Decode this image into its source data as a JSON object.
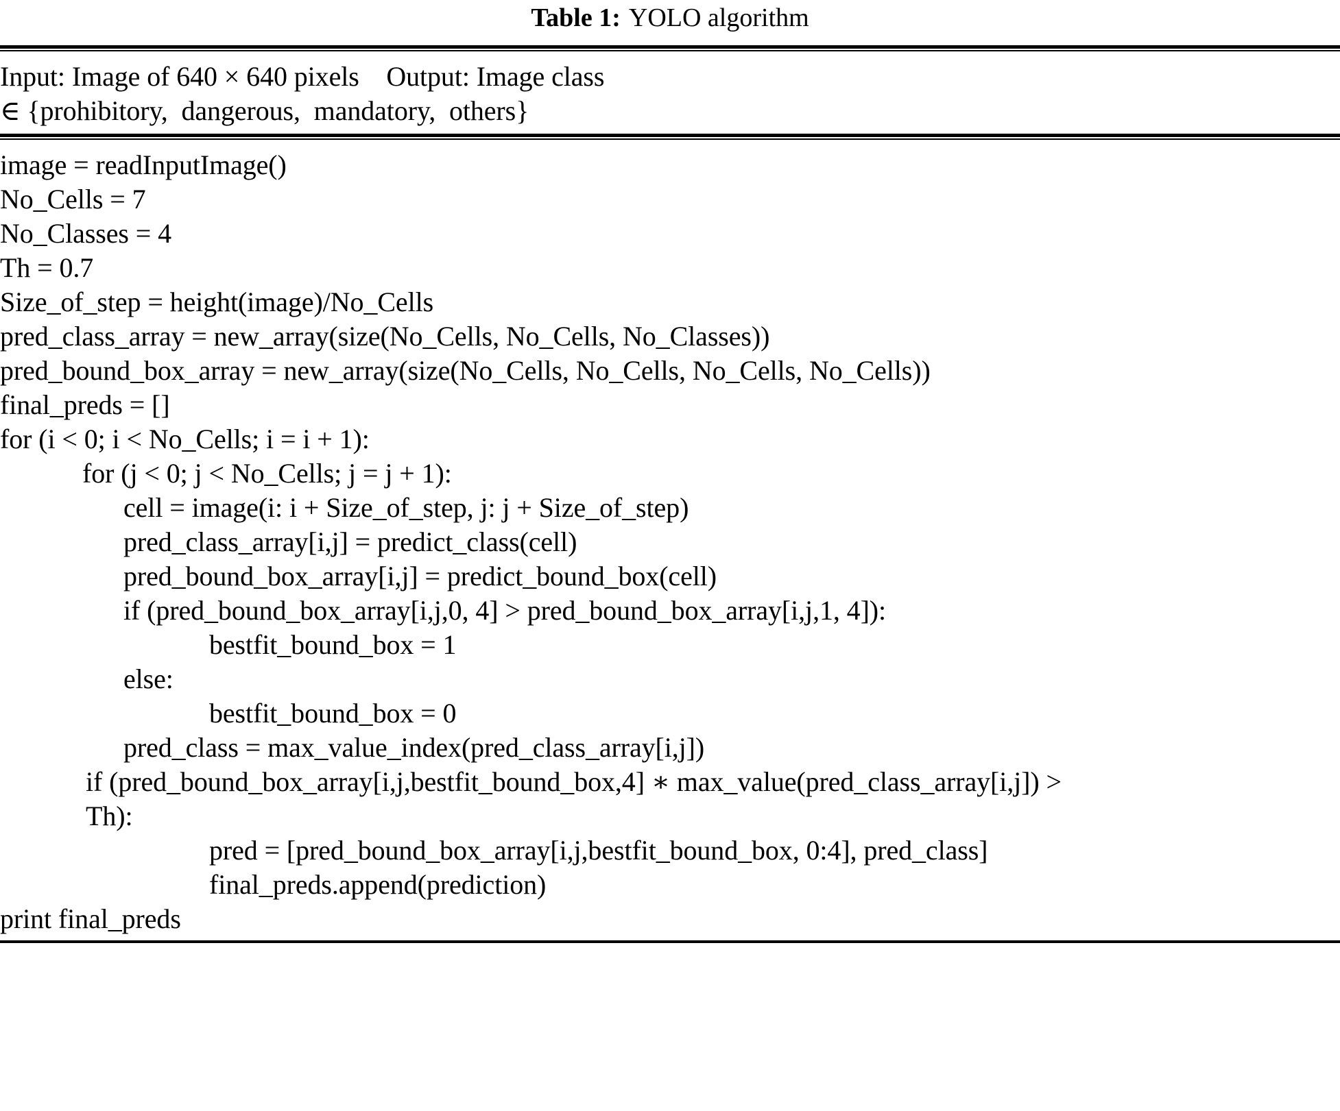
{
  "caption": {
    "label": "Table 1:",
    "text": "YOLO algorithm"
  },
  "header": {
    "lines": [
      "Input: Image of 640 × 640 pixels    Output: Image class",
      "∈ {prohibitory,  dangerous,  mandatory,  others}"
    ]
  },
  "algorithm": {
    "lines": [
      {
        "indent": 0,
        "text": "image = readInputImage()"
      },
      {
        "indent": 0,
        "text": "No_Cells = 7"
      },
      {
        "indent": 0,
        "text": "No_Classes = 4"
      },
      {
        "indent": 0,
        "text": "Th = 0.7"
      },
      {
        "indent": 0,
        "text": "Size_of_step = height(image)/No_Cells"
      },
      {
        "indent": 0,
        "text": "pred_class_array = new_array(size(No_Cells, No_Cells, No_Classes))"
      },
      {
        "indent": 0,
        "text": "pred_bound_box_array = new_array(size(No_Cells, No_Cells, No_Cells, No_Cells))"
      },
      {
        "indent": 0,
        "text": "final_preds = []"
      },
      {
        "indent": 0,
        "text": "for (i < 0; i < No_Cells; i = i + 1):"
      },
      {
        "indent": 1,
        "text": "for (j < 0; j < No_Cells; j = j + 1):"
      },
      {
        "indent": 2,
        "text": "cell = image(i: i + Size_of_step, j: j + Size_of_step)"
      },
      {
        "indent": 2,
        "text": "pred_class_array[i,j] = predict_class(cell)"
      },
      {
        "indent": 2,
        "text": "pred_bound_box_array[i,j] = predict_bound_box(cell)"
      },
      {
        "indent": 2,
        "text": "if (pred_bound_box_array[i,j,0, 4] > pred_bound_box_array[i,j,1, 4]):"
      },
      {
        "indent": 3,
        "text": "bestfit_bound_box = 1"
      },
      {
        "indent": 2,
        "text": "else:"
      },
      {
        "indent": 3,
        "text": "bestfit_bound_box = 0"
      },
      {
        "indent": 2,
        "text": "pred_class = max_value_index(pred_class_array[i,j])"
      },
      {
        "indent": 1,
        "text": "if (pred_bound_box_array[i,j,bestfit_bound_box,4] ∗ max_value(pred_class_array[i,j]) >"
      },
      {
        "indent": 1,
        "text": "Th):"
      },
      {
        "indent": 3,
        "text": "pred = [pred_bound_box_array[i,j,bestfit_bound_box, 0:4], pred_class]"
      },
      {
        "indent": 3,
        "text": "final_preds.append(prediction)"
      },
      {
        "indent": 0,
        "text": "print final_preds"
      }
    ]
  }
}
